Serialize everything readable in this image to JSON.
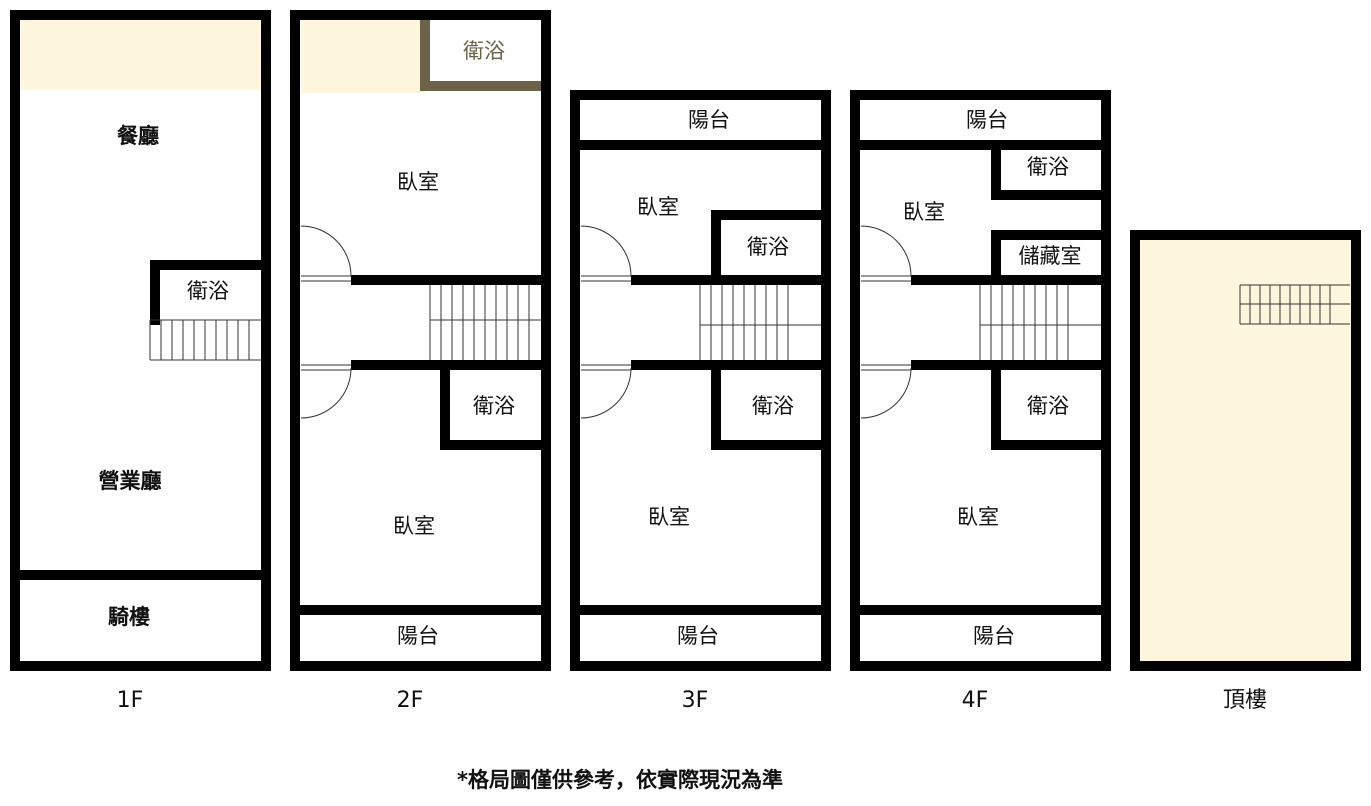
{
  "colors": {
    "wall": "#000000",
    "void_fill": "#fdf6dc",
    "muted_wall": "#6b6248"
  },
  "floors": [
    {
      "name": "1F",
      "rooms": {
        "dining": "餐廳",
        "bath": "衛浴",
        "business_hall": "營業廳",
        "arcade": "騎樓"
      }
    },
    {
      "name": "2F",
      "rooms": {
        "bath_top": "衛浴",
        "bedroom_top": "臥室",
        "bath_mid": "衛浴",
        "bedroom_bottom": "臥室",
        "balcony_bottom": "陽台"
      }
    },
    {
      "name": "3F",
      "rooms": {
        "balcony_top": "陽台",
        "bedroom_top": "臥室",
        "bath_top": "衛浴",
        "bath_mid": "衛浴",
        "bedroom_bottom": "臥室",
        "balcony_bottom": "陽台"
      }
    },
    {
      "name": "4F",
      "rooms": {
        "balcony_top": "陽台",
        "bath_top": "衛浴",
        "bedroom_top": "臥室",
        "storage": "儲藏室",
        "bath_mid": "衛浴",
        "bedroom_bottom": "臥室",
        "balcony_bottom": "陽台"
      }
    },
    {
      "name": "頂樓",
      "rooms": {}
    }
  ],
  "footnote": "*格局圖僅供參考，依實際現況為準"
}
